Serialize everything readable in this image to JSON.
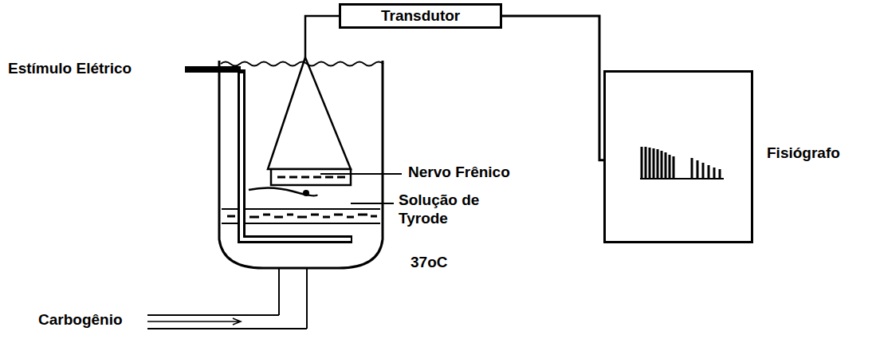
{
  "diagram": {
    "nodes": [
      {
        "text": [
          "Transdutor"
        ]
      },
      {
        "text": [
          "Fisiógrafo"
        ]
      }
    ],
    "edges": [
      {
        "from": 0,
        "to": 1,
        "arrow": "none"
      }
    ],
    "labels": [
      "Estímulo Elétrico",
      "Nervo Frênico",
      "Solução de Tyrode",
      "37oC",
      "Carbogênio"
    ]
  }
}
